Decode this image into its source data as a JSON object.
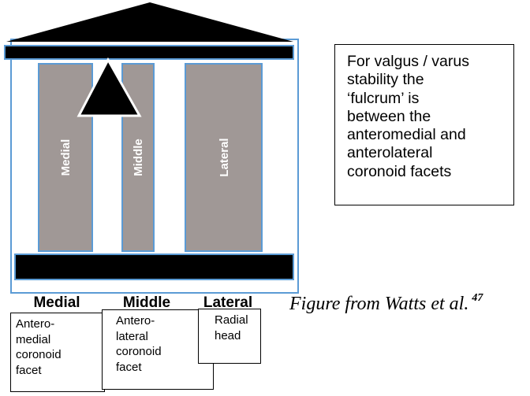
{
  "diagram": {
    "column_labels": [
      "Medial",
      "Middle",
      "Lateral"
    ],
    "base_labels": [
      "Medial",
      "Middle",
      "Lateral"
    ]
  },
  "callout": {
    "text": "For valgus / varus\nstability the\n‘fulcrum’ is\nbetween the\nanteromedial and\nanterolateral\ncoronoid facets"
  },
  "label_boxes": {
    "medial": "Antero-\nmedial\ncoronoid\nfacet",
    "middle": "Antero-\nlateral\ncoronoid\nfacet",
    "lateral": "Radial\nhead"
  },
  "citation": {
    "text": "Figure from Watts et al.",
    "ref": "47"
  },
  "colors": {
    "column_fill": "#a09896",
    "column_border": "#5b9bd5",
    "structure": "#000000",
    "column_label": "#ffffff"
  }
}
